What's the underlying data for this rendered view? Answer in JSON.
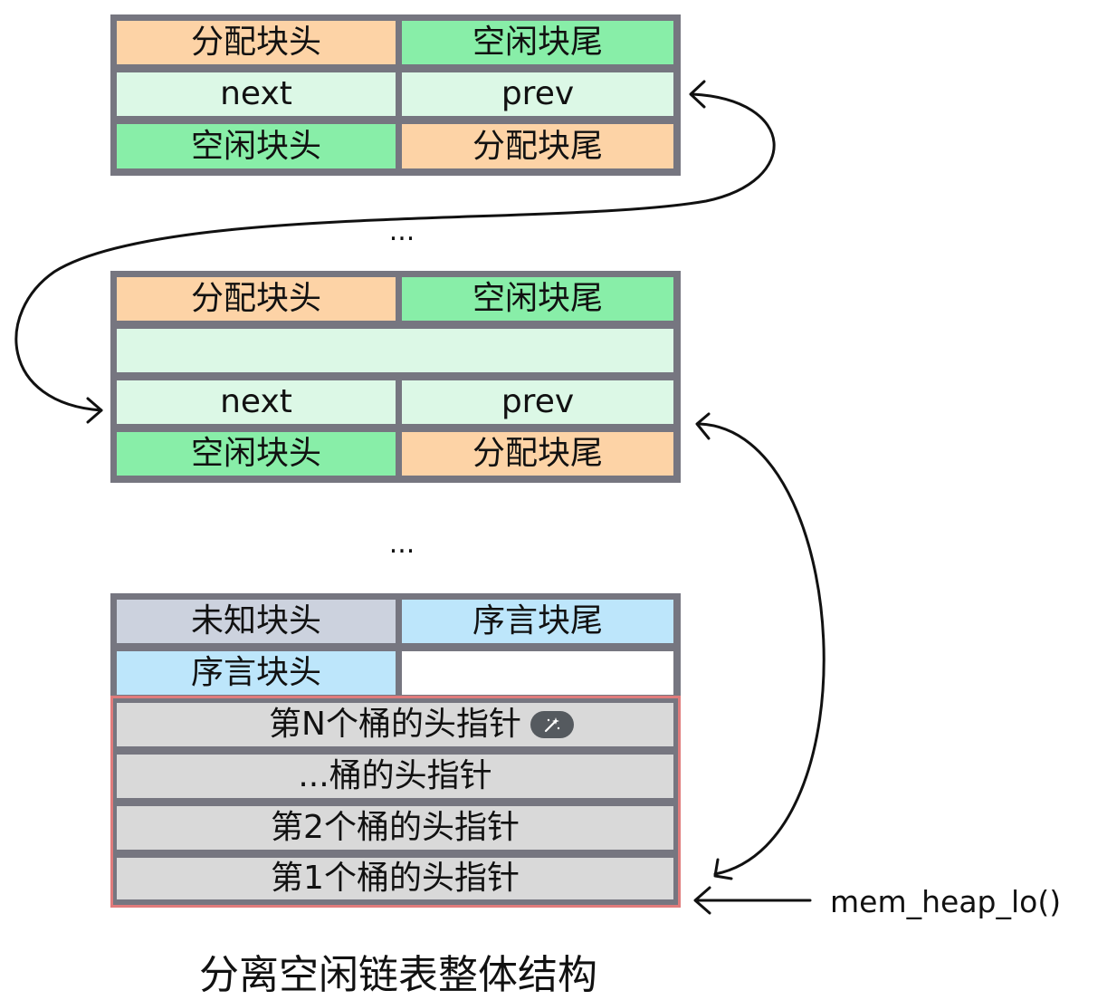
{
  "block1": {
    "row1": {
      "left": "分配块头",
      "right": "空闲块尾"
    },
    "row2": {
      "left": "next",
      "right": "prev"
    },
    "row3": {
      "left": "空闲块头",
      "right": "分配块尾"
    }
  },
  "ellipsis1": "...",
  "block2": {
    "row1": {
      "left": "分配块头",
      "right": "空闲块尾"
    },
    "row2": {
      "full": ""
    },
    "row3": {
      "left": "next",
      "right": "prev"
    },
    "row4": {
      "left": "空闲块头",
      "right": "分配块尾"
    }
  },
  "ellipsis2": "...",
  "heap": {
    "row1": {
      "left": "未知块头",
      "right": "序言块尾"
    },
    "row2": {
      "left": "序言块头",
      "right": ""
    },
    "buckets": [
      "第N个桶的头指针",
      "...桶的头指针",
      "第2个桶的头指针",
      "第1个桶的头指针"
    ]
  },
  "pointer_label": "mem_heap_lo()",
  "caption": "分离空闲链表整体结构",
  "colors": {
    "alloc": "#fdd3a6",
    "free": "#88eea8",
    "payload": "#dcf8e6",
    "unknown": "#ccd2de",
    "prologue": "#bde6fb",
    "bucket": "#d9d9d9",
    "bucket_border": "#e07b7b",
    "frame": "#767680"
  },
  "icons": {
    "overlay": "magic-wand-icon"
  }
}
